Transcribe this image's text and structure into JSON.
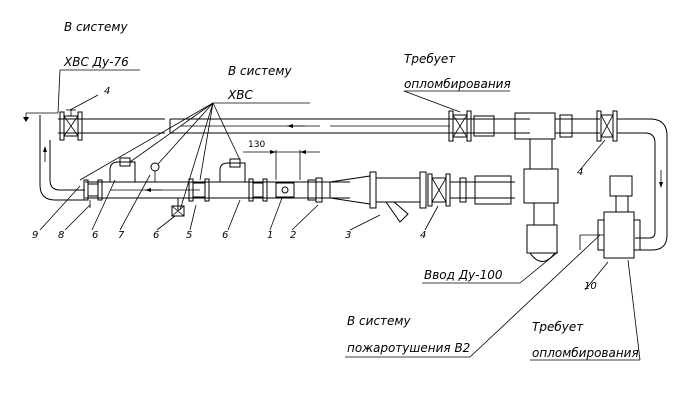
{
  "labels": {
    "to_hvs_du76_line1": "В систему",
    "to_hvs_du76_line2": "ХВС Ду-76",
    "to_hvs_line1": "В систему",
    "to_hvs_line2": "ХВС",
    "seal_required_top_line1": "Требует",
    "seal_required_top_line2": "опломбирования",
    "inlet": "Ввод Ду-100",
    "to_fire_line1": "В систему",
    "to_fire_line2": "пожаротушения В2",
    "seal_required_bottom_line1": "Требует",
    "seal_required_bottom_line2": "опломбирования"
  },
  "dimension": "130",
  "callouts": {
    "c1": "1",
    "c2": "2",
    "c3": "3",
    "c4a": "4",
    "c4b": "4",
    "c4c": "4",
    "c5": "5",
    "c6a": "6",
    "c6b": "6",
    "c6c": "6",
    "c7": "7",
    "c8": "8",
    "c9": "9",
    "c10": "10"
  },
  "icons": [
    "gate-valve-icon",
    "pressure-gauge-icon",
    "water-meter-icon",
    "strainer-icon",
    "check-valve-icon",
    "flow-arrow-icon"
  ]
}
